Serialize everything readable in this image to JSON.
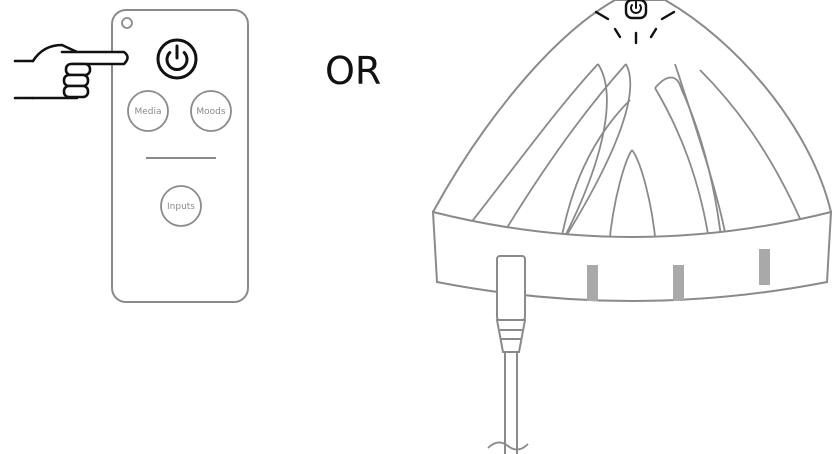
{
  "colors": {
    "line": "#8a8a8a",
    "dark": "#111111",
    "indicator": "#a9a9a9",
    "background": "#ffffff"
  },
  "remote": {
    "buttons": {
      "power_icon": "power-icon",
      "media_label": "Media",
      "moods_label": "Moods",
      "inputs_label": "Inputs"
    }
  },
  "separator_text": "OR",
  "device": {
    "power_icon": "power-icon",
    "indicator_count": 3,
    "cable": "power-cable"
  }
}
